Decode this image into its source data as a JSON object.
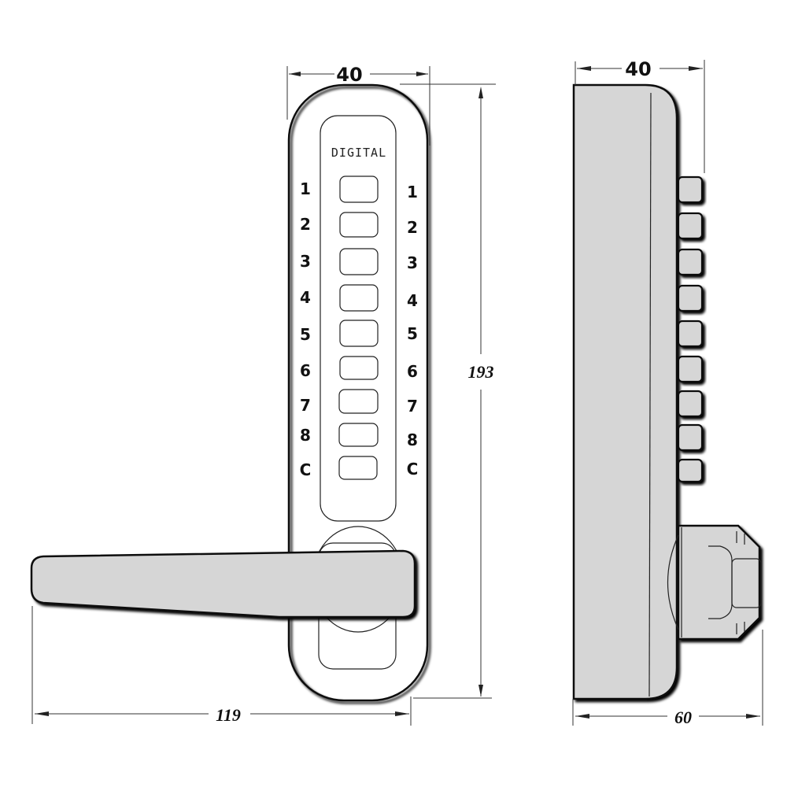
{
  "drawing": {
    "title": "Digital push-button lock dimension drawing",
    "front_view": {
      "brand_label": "DIGITAL",
      "left_labels": [
        "1",
        "2",
        "3",
        "4",
        "5",
        "6",
        "7",
        "8",
        "C"
      ],
      "right_labels": [
        "1",
        "2",
        "3",
        "4",
        "5",
        "6",
        "7",
        "8",
        "C"
      ],
      "button_count": 9
    },
    "side_view": {
      "button_count": 9
    },
    "dimensions": {
      "front_width": "40",
      "front_height": "193",
      "handle_span": "119",
      "side_width": "40",
      "side_depth": "60"
    },
    "colors": {
      "body": "#d6d6d6",
      "outline": "#111111",
      "background": "#ffffff"
    }
  }
}
